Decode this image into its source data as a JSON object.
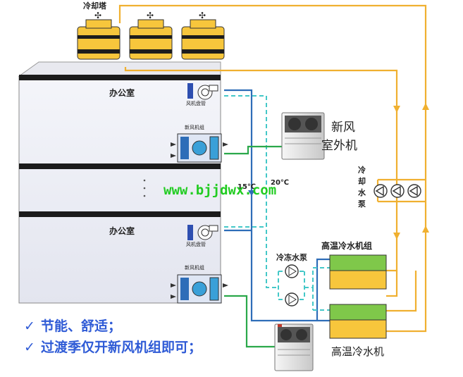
{
  "labels": {
    "cooling_tower": "冷却塔",
    "office_top": "办公室",
    "office_bottom": "办公室",
    "fan_coil_top": "风机盘管",
    "fan_coil_bottom": "风机盘管",
    "fresh_air_unit_top": "新风机组",
    "fresh_air_unit_bottom": "新风机组",
    "outdoor_unit_line1": "新风",
    "outdoor_unit_line2": "室外机",
    "cooling_pump": [
      "冷",
      "却",
      "水",
      "泵"
    ],
    "chilled_pump": "冷冻水泵",
    "ht_chiller_unit": "高温冷水机组",
    "ht_chiller": "高温冷水机",
    "temp_supply": "15℃",
    "temp_return": "20℃",
    "watermark": "www.bjjdwx.com"
  },
  "notes": [
    {
      "check": "✓",
      "text": "节能、舒适；"
    },
    {
      "check": "✓",
      "text": "过渡季仅开新风机组即可；"
    }
  ],
  "colors": {
    "cooling_water": "#f0b030",
    "chilled_supply": "#2e6db8",
    "chilled_return": "#44c8c8",
    "refrigerant": "#2aa84a",
    "tower_body": "#f7c63c",
    "chiller_top": "#7fc84a",
    "chiller_bottom": "#f7c63c"
  }
}
